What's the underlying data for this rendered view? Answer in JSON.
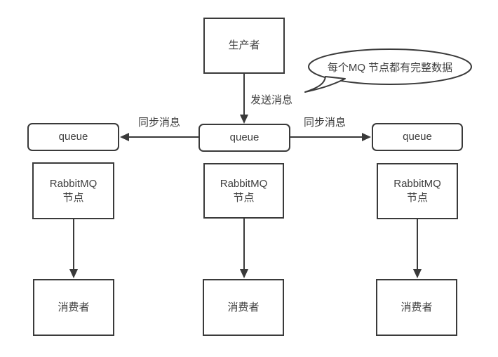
{
  "diagram": {
    "background": "#ffffff",
    "stroke_color": "#3a3a3a",
    "text_color": "#3f3f3f",
    "producer": {
      "label": "生产者"
    },
    "bubble": {
      "text": "每个MQ 节点都有完整数据"
    },
    "edges": {
      "send": "发送消息",
      "sync_left": "同步消息",
      "sync_right": "同步消息"
    },
    "queues": [
      {
        "label": "queue"
      },
      {
        "label": "queue"
      },
      {
        "label": "queue"
      }
    ],
    "nodes": [
      {
        "line1": "RabbitMQ",
        "line2": "节点"
      },
      {
        "line1": "RabbitMQ",
        "line2": "节点"
      },
      {
        "line1": "RabbitMQ",
        "line2": "节点"
      }
    ],
    "consumers": [
      {
        "label": "消费者"
      },
      {
        "label": "消费者"
      },
      {
        "label": "消费者"
      }
    ]
  }
}
